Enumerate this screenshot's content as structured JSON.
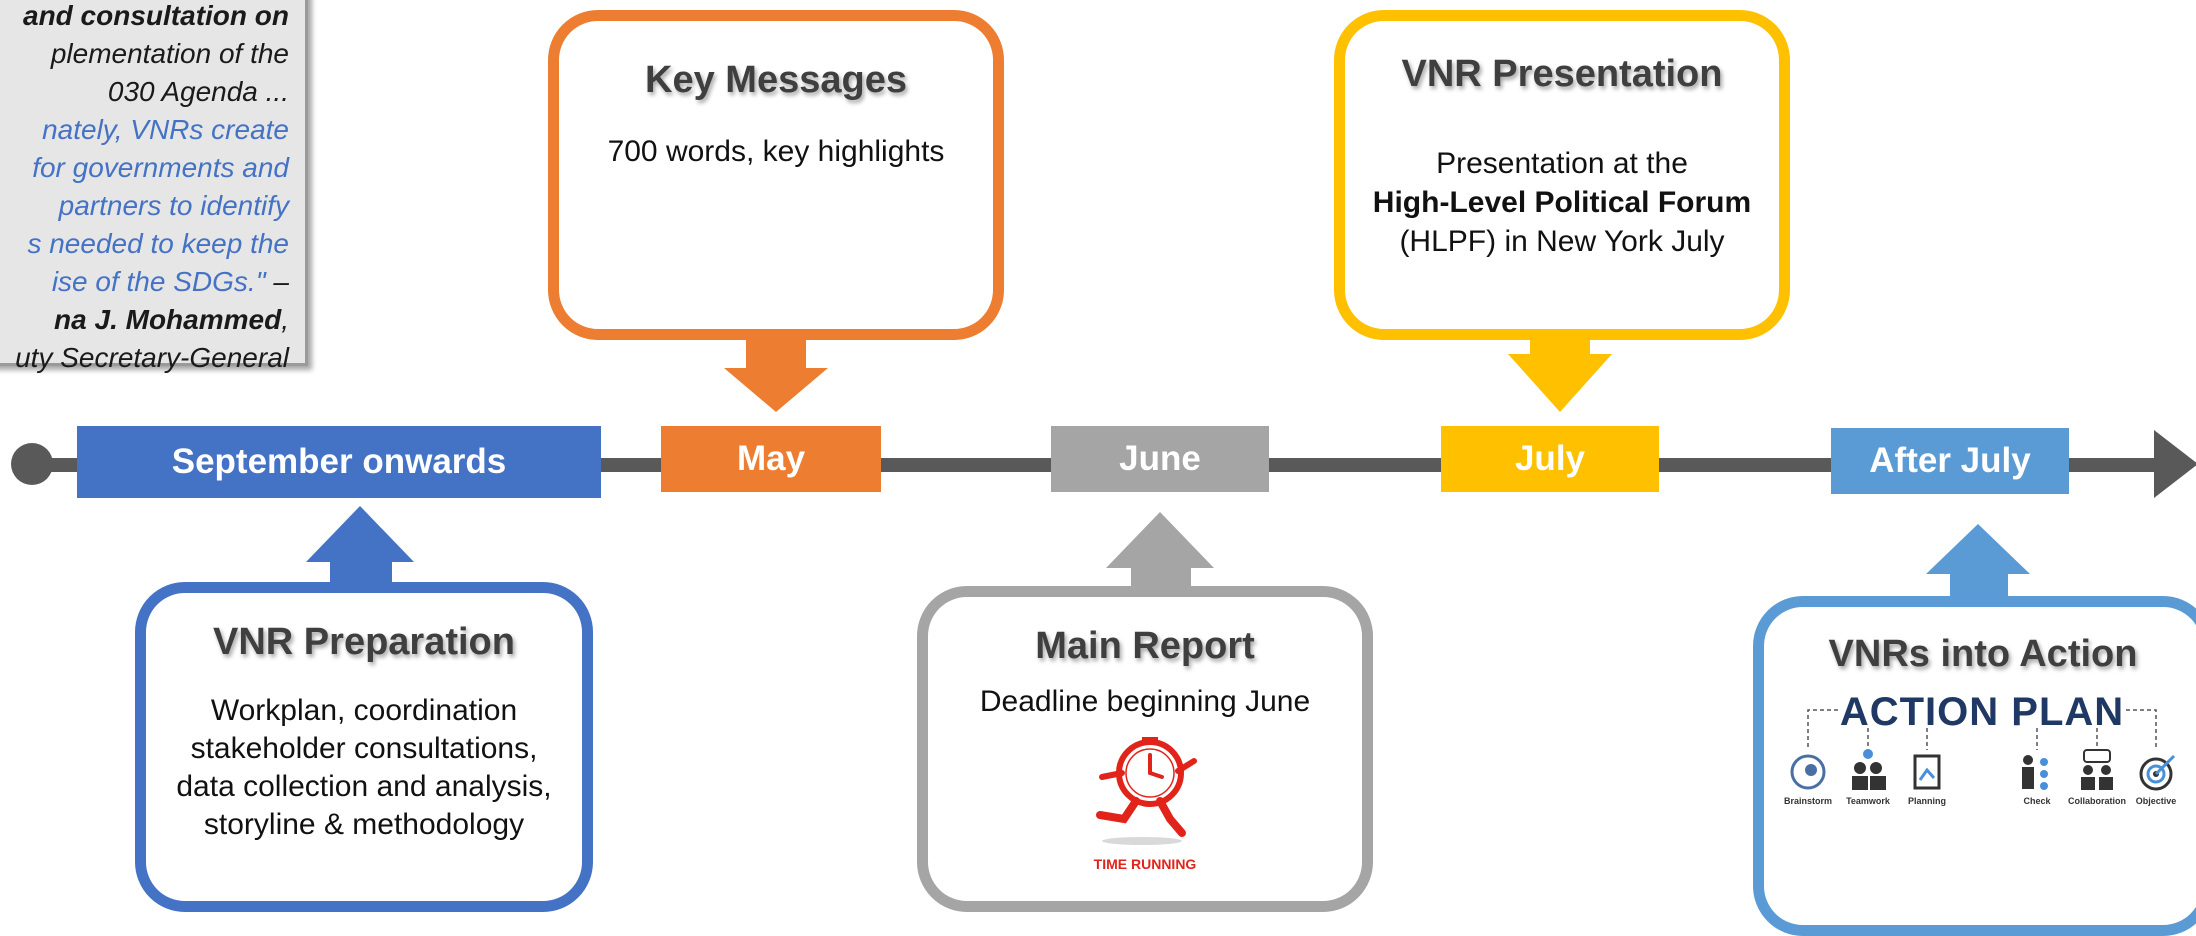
{
  "quote": {
    "line1": "and consultation on",
    "line2": "plementation of the",
    "line3": "030 Agenda ...",
    "line4": "nately, VNRs create",
    "line5": "for governments and",
    "line6": "partners to identify",
    "line7": "s needed to keep the",
    "line8": "ise of the SDGs.\"",
    "line8b": " –",
    "line9": "na J. Mohammed",
    "line9b": ",",
    "line10": "uty Secretary-General"
  },
  "timeline": {
    "labels": [
      {
        "text": "September onwards",
        "color": "#4472c4"
      },
      {
        "text": "May",
        "color": "#ed7d31"
      },
      {
        "text": "June",
        "color": "#a5a5a5"
      },
      {
        "text": "July",
        "color": "#ffc000"
      },
      {
        "text": "After July",
        "color": "#5b9bd5"
      }
    ],
    "line_color": "#595959"
  },
  "boxes": {
    "key_messages": {
      "title": "Key Messages",
      "text": "700 words, key highlights",
      "color": "#ed7d31"
    },
    "vnr_presentation": {
      "title": "VNR Presentation",
      "line1": "Presentation  at the",
      "line2": "High-Level Political Forum",
      "line3": "(HLPF) in New York July",
      "color": "#ffc000"
    },
    "vnr_preparation": {
      "title": "VNR Preparation",
      "line1": "Workplan, coordination",
      "line2": "stakeholder consultations,",
      "line3": "data collection and analysis,",
      "line4": "storyline & methodology",
      "color": "#4472c4"
    },
    "main_report": {
      "title": "Main Report",
      "text": "Deadline beginning June",
      "image_caption": "TIME RUNNING",
      "color": "#a5a5a5"
    },
    "vnrs_into_action": {
      "title": "VNRs into Action",
      "plan_title": "ACTION PLAN",
      "icons": [
        {
          "icon": "brainstorm-icon",
          "label": "Brainstorm"
        },
        {
          "icon": "teamwork-icon",
          "label": "Teamwork"
        },
        {
          "icon": "planning-icon",
          "label": "Planning"
        },
        {
          "icon": "check-icon",
          "label": "Check"
        },
        {
          "icon": "collaboration-icon",
          "label": "Collaboration"
        },
        {
          "icon": "objective-icon",
          "label": "Objective"
        }
      ],
      "color": "#5b9bd5"
    }
  }
}
